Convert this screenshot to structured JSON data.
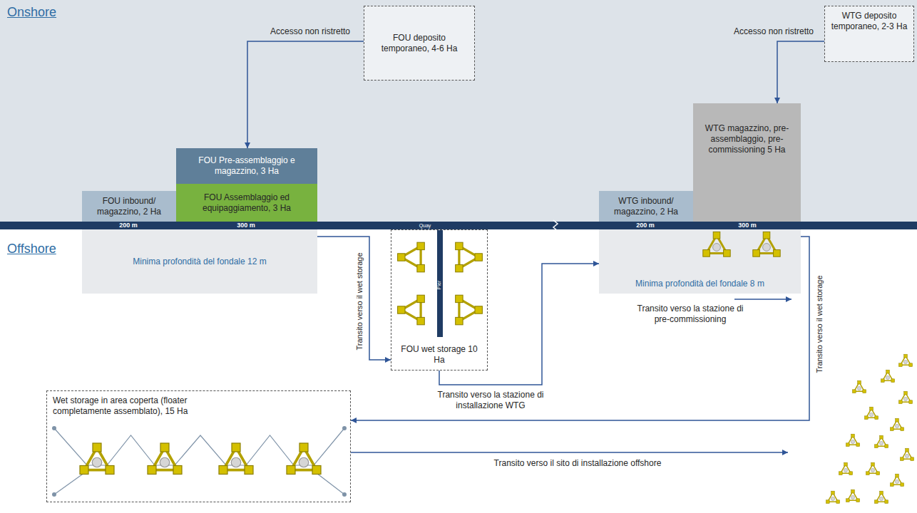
{
  "diagram": {
    "nodes": [
      {
        "text": [
          "FOU deposito temporaneo, 4-6 Ha"
        ]
      },
      {
        "text": [
          "FOU Pre-assemblaggio e magazzino, 3 Ha"
        ]
      },
      {
        "text": [
          "FOU inbound/ magazzino, 2 Ha"
        ]
      },
      {
        "text": [
          "FOU Assemblaggio ed equipaggiamento, 3 Ha"
        ]
      },
      {
        "text": [
          "WTG deposito temporaneo, 2-3 Ha"
        ]
      },
      {
        "text": [
          "WTG magazzino, pre-assemblaggio, pre-commissioning 5 Ha"
        ]
      },
      {
        "text": [
          "WTG inbound/ magazzino, 2 Ha"
        ]
      },
      {
        "text": [
          "Minima profondità del fondale 12 m"
        ]
      },
      {
        "text": [
          "FOU wet storage 10 Ha"
        ]
      },
      {
        "text": [
          "Minima profondità del fondale 8 m"
        ]
      },
      {
        "text": [
          "Wet storage in area coperta (floater completamente assemblato), 15 Ha"
        ]
      }
    ],
    "edges": [
      {
        "from": 0,
        "to": 1,
        "arrow": "to",
        "label": "Accesso non ristretto"
      },
      {
        "from": 4,
        "to": 5,
        "arrow": "to",
        "label": "Accesso non ristretto"
      },
      {
        "from": 7,
        "to": 8,
        "arrow": "to",
        "label": "Transito verso il wet storage"
      },
      {
        "from": 8,
        "to": 9,
        "arrow": "to",
        "label": "Transito verso la stazione di installazione WTG"
      },
      {
        "from": 9,
        "to": 10,
        "arrow": "to",
        "label": "Transito verso il wet storage"
      }
    ],
    "labels": [
      "Onshore",
      "Offshore",
      "200 m",
      "300 m",
      "Quay",
      "200 m",
      "300 m",
      "Pier",
      "Transito verso la stazione di pre-commissioning",
      "Transito verso il sito di installazione offshore"
    ]
  }
}
